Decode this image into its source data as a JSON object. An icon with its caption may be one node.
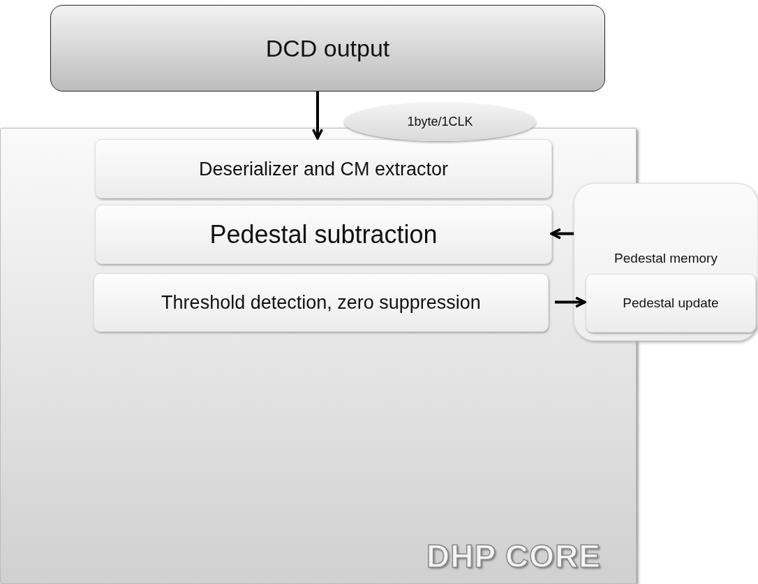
{
  "diagram": {
    "nodes": [
      {
        "text": [
          "DCD output"
        ]
      },
      {
        "text": [
          "DHP CORE"
        ]
      },
      {
        "text": [
          "1byte/1CLK"
        ]
      },
      {
        "text": [
          "Deserializer and CM extractor"
        ],
        "in": 1
      },
      {
        "text": [
          "Pedestal subtraction"
        ],
        "in": 1
      },
      {
        "text": [
          "Threshold detection, zero suppression"
        ],
        "in": 1
      },
      {
        "text": [
          "Pedestal memory"
        ]
      },
      {
        "text": [
          "Pedestal update"
        ],
        "in": 6
      }
    ],
    "edges": [
      {
        "from": 0,
        "to": 3,
        "arrow": "to"
      },
      {
        "from": 6,
        "to": 4,
        "arrow": "to"
      },
      {
        "from": 5,
        "to": 7,
        "arrow": "to"
      }
    ]
  }
}
